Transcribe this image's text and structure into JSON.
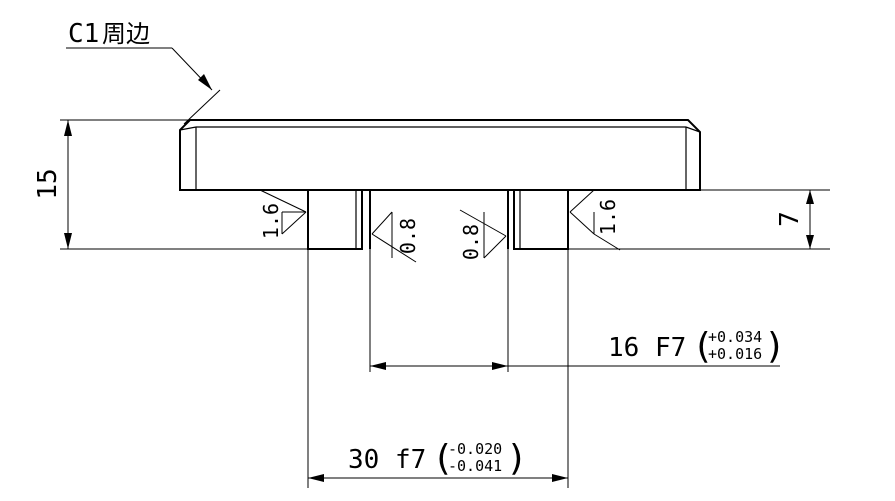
{
  "chamfer_note": {
    "label": "C1",
    "suffix": "周边"
  },
  "dimensions": {
    "height_total": "15",
    "step_height": "7",
    "bore": {
      "nominal": "16 F7",
      "upper_dev": "+0.034",
      "lower_dev": "+0.016"
    },
    "shaft": {
      "nominal": "30 f7",
      "upper_dev": "-0.020",
      "lower_dev": "-0.041"
    }
  },
  "roughness": {
    "left_outer": "1.6",
    "left_inner": "0.8",
    "right_inner": "0.8",
    "right_outer": "1.6"
  },
  "colors": {
    "line": "#000000",
    "background": "#ffffff"
  }
}
